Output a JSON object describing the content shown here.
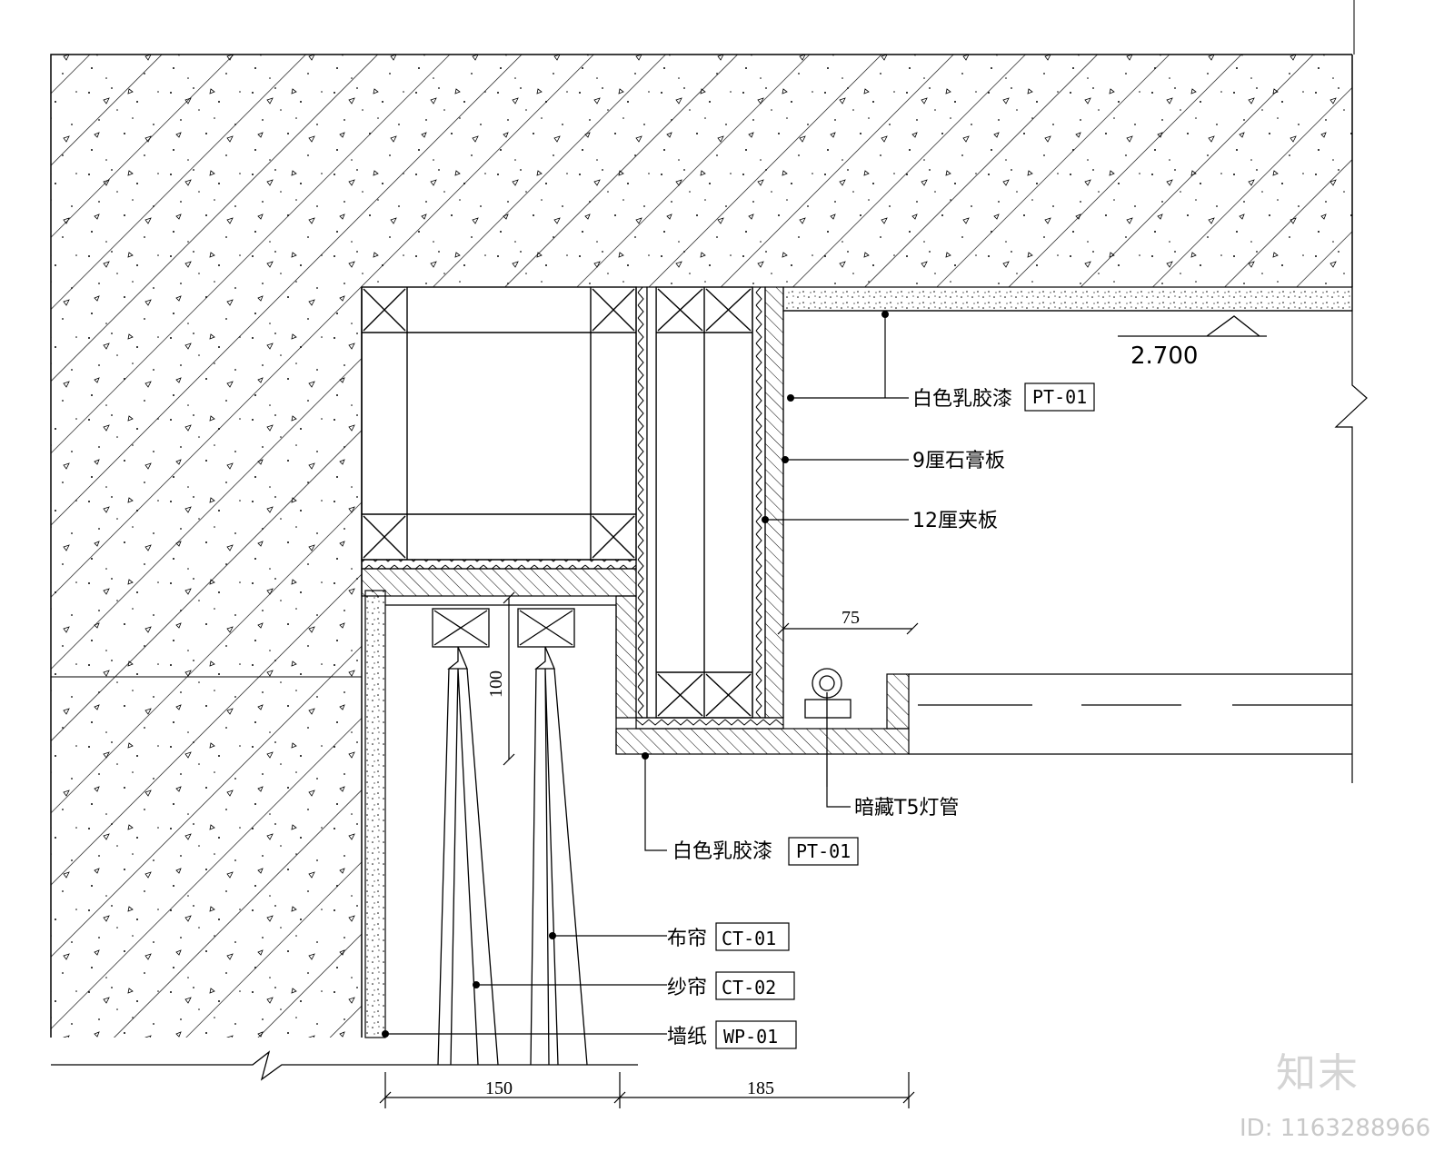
{
  "level": {
    "value": "2.700"
  },
  "callouts": {
    "ceiling_paint": {
      "text": "白色乳胶漆",
      "code": "PT-01"
    },
    "gypsum_board": {
      "text": "9厘石膏板"
    },
    "plywood": {
      "text": "12厘夹板"
    },
    "hidden_light": {
      "text": "暗藏T5灯管"
    },
    "pocket_paint": {
      "text": "白色乳胶漆",
      "code": "PT-01"
    },
    "curtain": {
      "text": "布帘",
      "code": "CT-01"
    },
    "sheer": {
      "text": "纱帘",
      "code": "CT-02"
    },
    "wallpaper": {
      "text": "墙纸",
      "code": "WP-01"
    }
  },
  "dimensions": {
    "d75": "75",
    "d100": "100",
    "d150": "150",
    "d185": "185"
  },
  "watermark": {
    "logo": "知末",
    "id": "ID: 1163288966"
  },
  "colors": {
    "line": "#000000",
    "watermark": "#d4d4d4"
  }
}
